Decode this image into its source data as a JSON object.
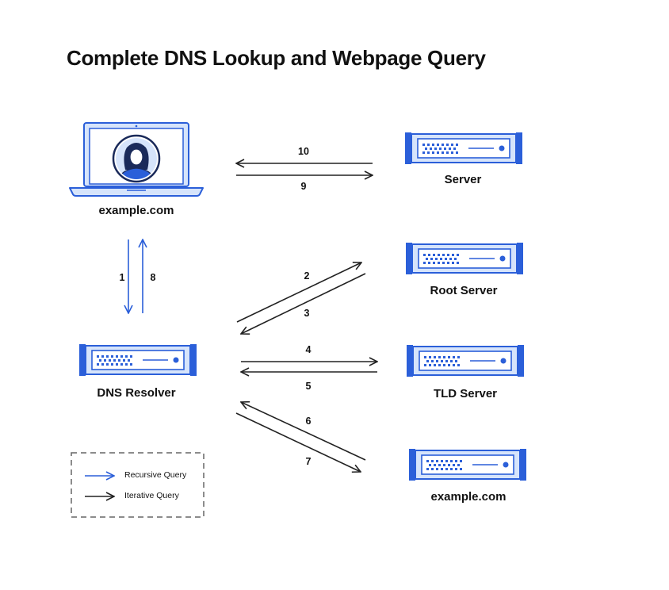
{
  "title": "Complete DNS Lookup and Webpage Query",
  "nodes": {
    "client": "example.com",
    "server": "Server",
    "root": "Root Server",
    "resolver": "DNS Resolver",
    "tld": "TLD Server",
    "authoritative": "example.com"
  },
  "steps": [
    "1",
    "2",
    "3",
    "4",
    "5",
    "6",
    "7",
    "8",
    "9",
    "10"
  ],
  "legend": {
    "recursive": "Recursive Query",
    "iterative": "Iterative Query"
  },
  "colors": {
    "blue": "#2b5fd9",
    "light_blue": "#d6e4fb",
    "dark": "#222222"
  }
}
